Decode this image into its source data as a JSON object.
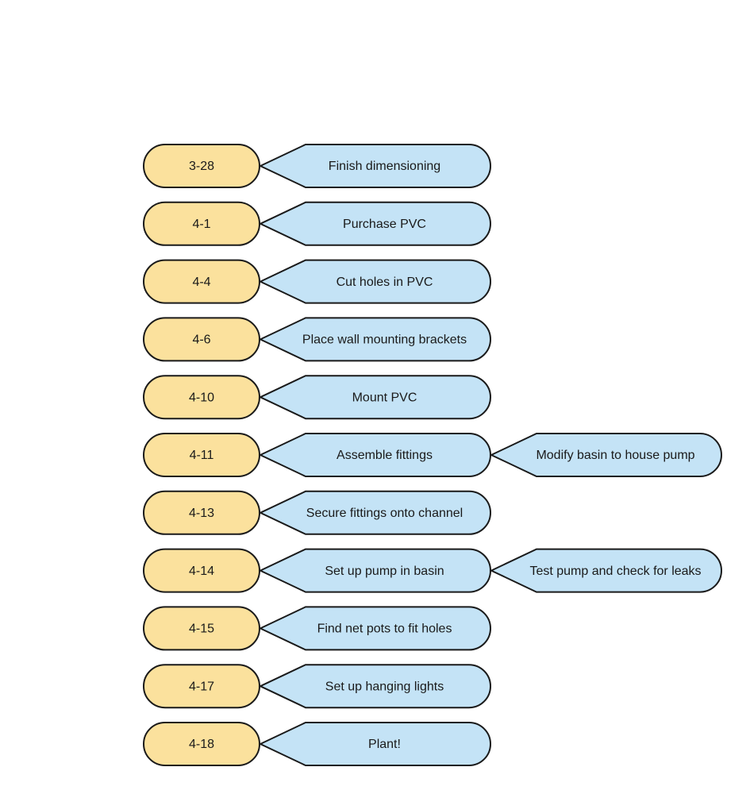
{
  "colors": {
    "date_fill": "#fbe19d",
    "task_fill": "#c4e3f6",
    "outline": "#1a1a1a",
    "background": "#ffffff"
  },
  "rows": [
    {
      "date": "3-28",
      "task": "Finish dimensioning"
    },
    {
      "date": "4-1",
      "task": "Purchase PVC"
    },
    {
      "date": "4-4",
      "task": "Cut holes in PVC"
    },
    {
      "date": "4-6",
      "task": "Place wall mounting brackets"
    },
    {
      "date": "4-10",
      "task": "Mount PVC"
    },
    {
      "date": "4-11",
      "task": "Assemble fittings",
      "extra": "Modify basin to house pump"
    },
    {
      "date": "4-13",
      "task": "Secure fittings onto channel"
    },
    {
      "date": "4-14",
      "task": "Set up pump in basin",
      "extra": "Test pump and check for leaks"
    },
    {
      "date": "4-15",
      "task": "Find net pots to fit holes"
    },
    {
      "date": "4-17",
      "task": "Set up hanging lights"
    },
    {
      "date": "4-18",
      "task": "Plant!"
    }
  ]
}
